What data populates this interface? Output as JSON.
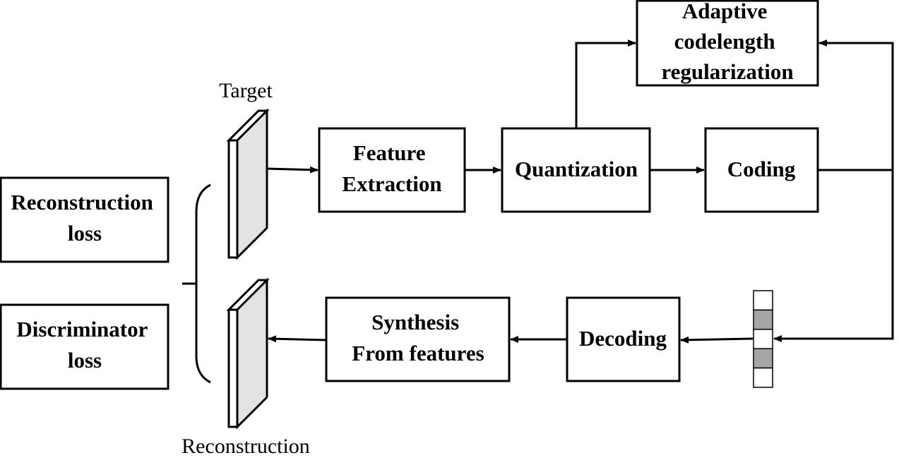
{
  "diagram": {
    "blocks": {
      "adaptive_reg": [
        "Adaptive",
        "codelength",
        "regularization"
      ],
      "feature_extraction": [
        "Feature",
        "Extraction"
      ],
      "quantization": [
        "Quantization"
      ],
      "coding": [
        "Coding"
      ],
      "reconstruction_loss": [
        "Reconstruction",
        "loss"
      ],
      "discriminator_loss": [
        "Discriminator",
        "loss"
      ],
      "synthesis": [
        "Synthesis",
        "From features"
      ],
      "decoding": [
        "Decoding"
      ]
    },
    "labels": {
      "target": "Target",
      "reconstruction": "Reconstruction"
    },
    "colors": {
      "stroke": "#000000",
      "panel_fill": "#e3e3e3",
      "code_filled": "#a6a6a6",
      "code_empty": "#ffffff"
    },
    "code_vector": [
      false,
      true,
      false,
      true,
      false
    ]
  }
}
